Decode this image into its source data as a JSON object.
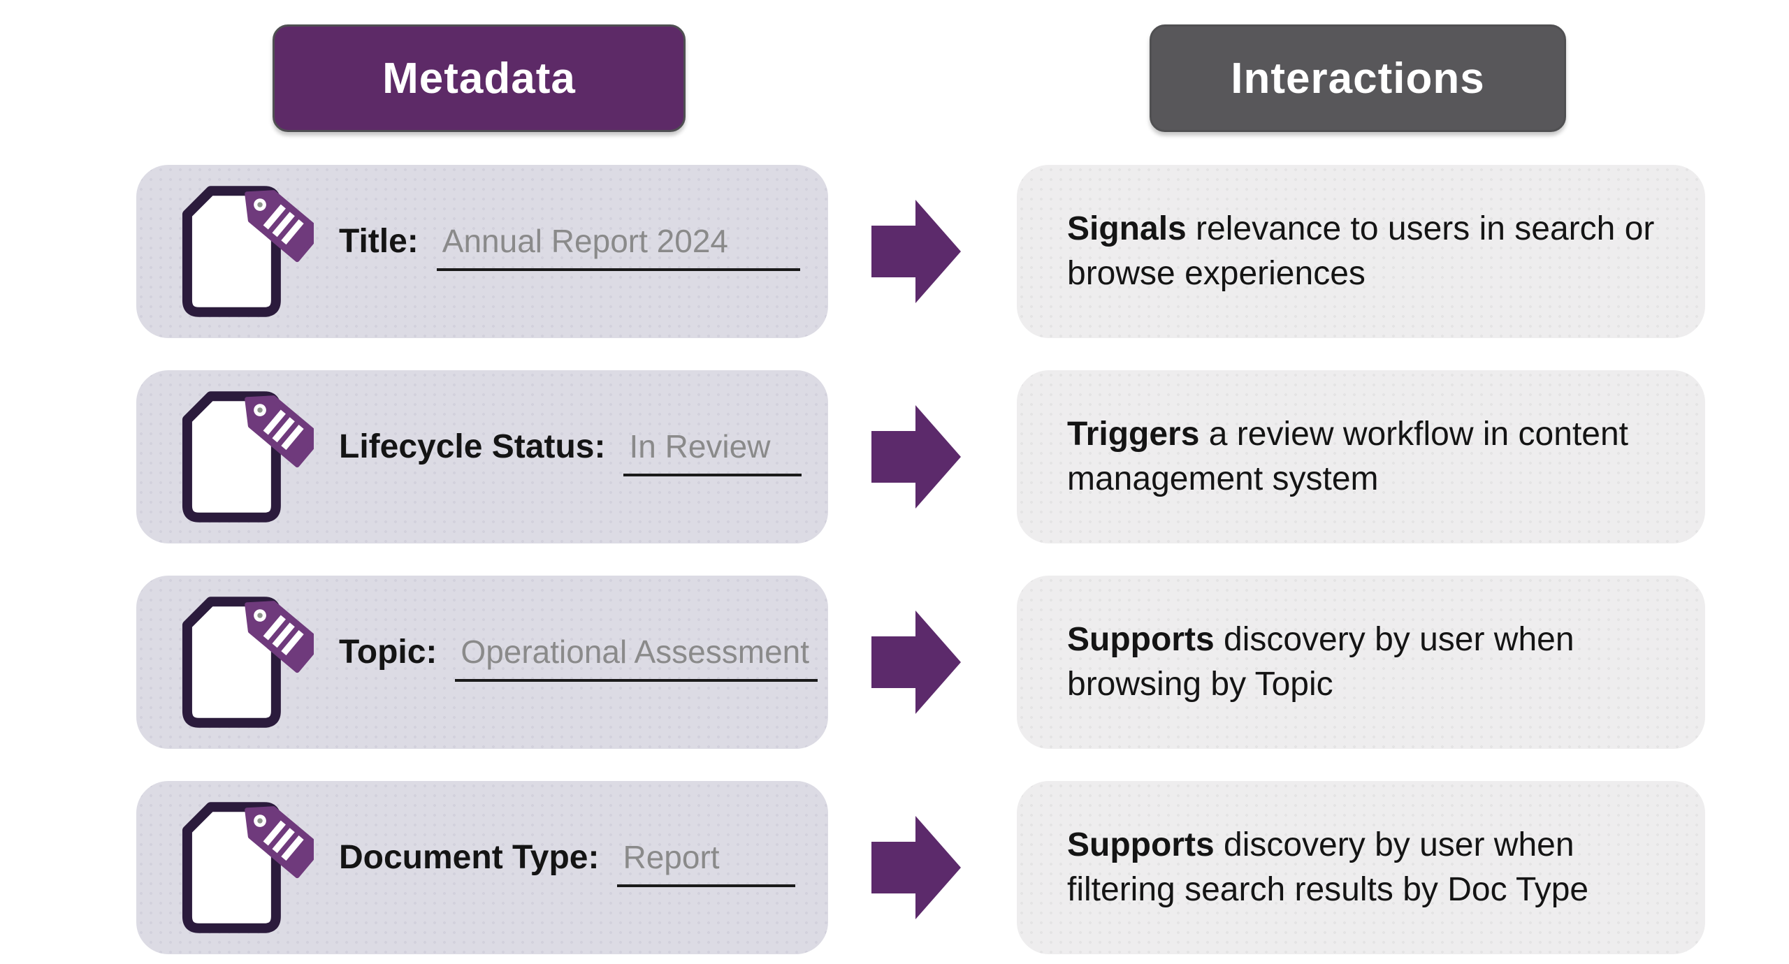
{
  "header": {
    "metadata_label": "Metadata",
    "interactions_label": "Interactions"
  },
  "colors": {
    "metadata_pill_purple": "#5d2a67",
    "interactions_pill_gray": "#58575a",
    "arrow_purple": "#5c2a6b",
    "tag_purple": "#6f3a7c",
    "document_outline": "#2b1b3c",
    "left_card_bg": "#dcdbe4",
    "right_card_bg": "#eeedee",
    "value_text_gray": "#8a8a8a",
    "body_text_dark": "#141414"
  },
  "rows": [
    {
      "label": "Title:",
      "value": "Annual Report 2024",
      "interaction_bold": "Signals",
      "interaction_rest": " relevance to users in search or browse experiences"
    },
    {
      "label": "Lifecycle Status:",
      "value": "In Review",
      "interaction_bold": "Triggers",
      "interaction_rest": " a review workflow in content management system"
    },
    {
      "label": "Topic:",
      "value": "Operational Assessment",
      "interaction_bold": "Supports",
      "interaction_rest": " discovery by user when browsing by Topic"
    },
    {
      "label": "Document Type:",
      "value": "Report",
      "interaction_bold": "Supports",
      "interaction_rest": " discovery by user when filtering search results by Doc Type"
    }
  ],
  "icons": {
    "left_card_icon": "document-with-tag-icon",
    "connector_icon": "arrow-right-icon"
  }
}
